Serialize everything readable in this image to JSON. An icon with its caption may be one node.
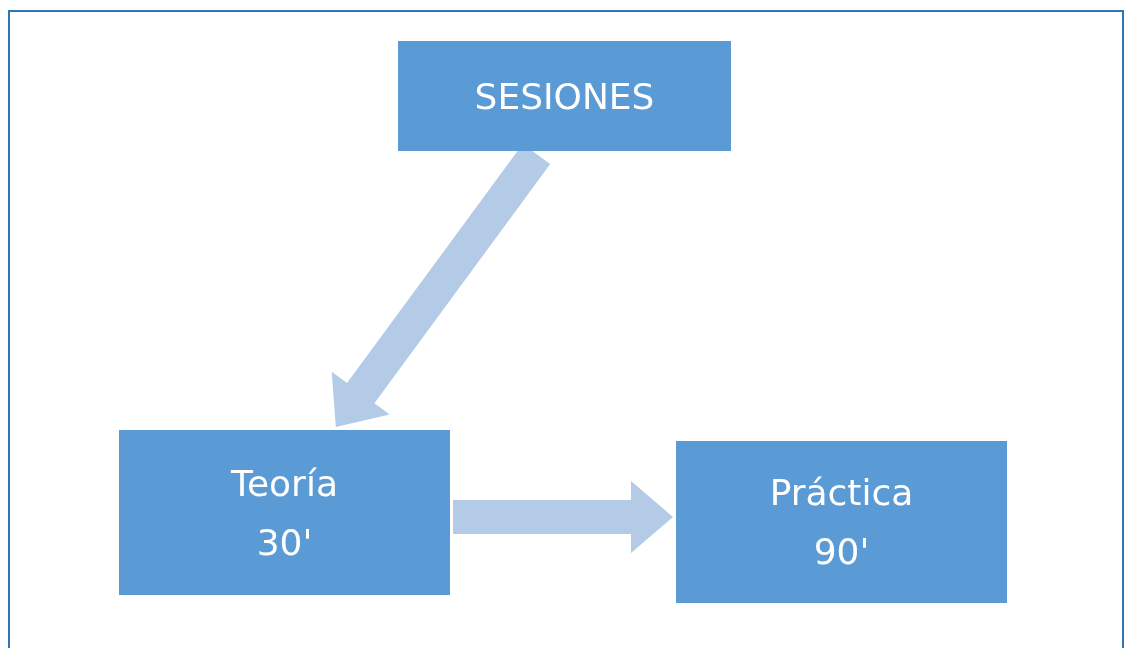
{
  "diagram": {
    "nodes": [
      {
        "text": [
          "SESIONES"
        ]
      },
      {
        "text": [
          "Teoría",
          "30'"
        ]
      },
      {
        "text": [
          "Práctica",
          "90'"
        ]
      }
    ],
    "edges": [
      {
        "from": 0,
        "to": 1,
        "arrow": "to"
      },
      {
        "from": 1,
        "to": 2,
        "arrow": "to"
      }
    ]
  }
}
